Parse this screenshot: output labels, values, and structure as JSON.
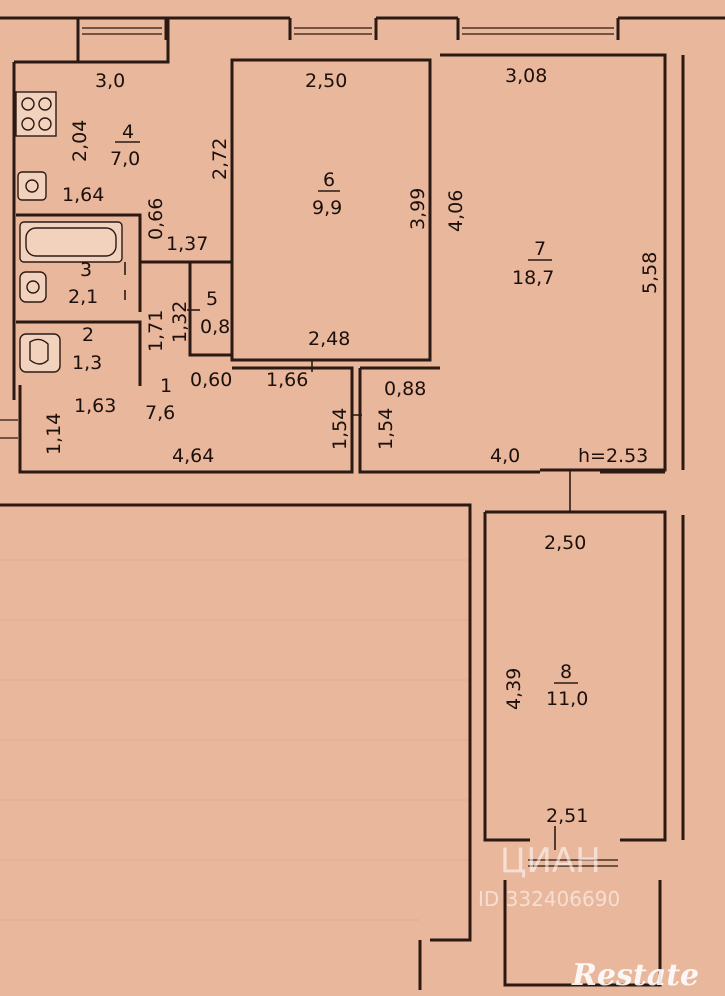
{
  "floorplan": {
    "ceiling_height": "h=2.53",
    "rooms": [
      {
        "id": "1",
        "number": "1",
        "area": "7,6"
      },
      {
        "id": "2",
        "number": "2",
        "area": "1,3"
      },
      {
        "id": "3",
        "number": "3",
        "area": "2,1"
      },
      {
        "id": "4",
        "number": "4",
        "area": "7,0"
      },
      {
        "id": "5",
        "number": "5",
        "area": "0,8"
      },
      {
        "id": "6",
        "number": "6",
        "area": "9,9"
      },
      {
        "id": "7",
        "number": "7",
        "area": "18,7"
      },
      {
        "id": "8",
        "number": "8",
        "area": "11,0"
      }
    ],
    "dimensions": {
      "k_top": "3,0",
      "k_left": "2,04",
      "k_right": "2,72",
      "k_bottom": "1,64",
      "k_door": "0,66",
      "bath_w": "1,37",
      "corr_v": "1,71",
      "room5_v": "1,32",
      "r6_top": "2,50",
      "r6_right": "3,99",
      "r6_bottom": "2,48",
      "r7_top": "3,08",
      "r7_left": "4,06",
      "r7_right": "5,58",
      "hall_a": "0,60",
      "hall_b": "1,66",
      "hall_c": "0,88",
      "hall_d": "1,54",
      "hall_e": "1,54",
      "h1_left": "1,14",
      "h1_top": "1,63",
      "h1_bottom": "4,64",
      "r7_bottom": "4,0",
      "r8_top": "2,50",
      "r8_left": "4,39",
      "r8_bottom": "2,51"
    }
  },
  "watermark": {
    "line1": "ЦИАН",
    "line2": "ID 332406690"
  },
  "brand": {
    "text": "Restate"
  }
}
